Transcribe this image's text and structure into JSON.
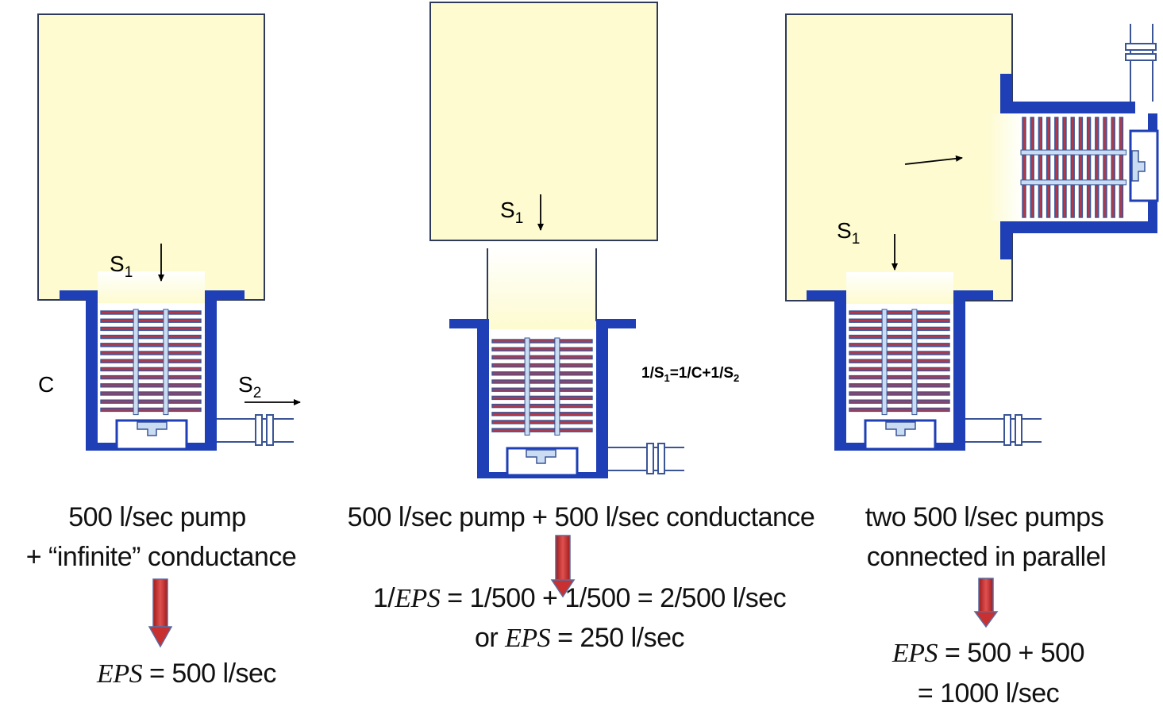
{
  "colors": {
    "chamber_fill": "#fdfbcf",
    "chamber_stroke": "#2f3a5a",
    "flange_blue": "#1e3fb5",
    "fin_red": "#b03a4a",
    "fin_blue": "#3a5496",
    "pump_light": "#c9dcf2",
    "arrow_red": "#c93030"
  },
  "labels": {
    "s1": "S",
    "s1_sub": "1",
    "s2": "S",
    "s2_sub": "2",
    "c": "C",
    "formula": "1/S",
    "formula_sub1": "1",
    "formula_mid": "=1/C+1/S",
    "formula_sub2": "2"
  },
  "panel1": {
    "line1": "500 l/sec pump",
    "line2": "+ “infinite” conductance",
    "eps": "EPS",
    "result": " = 500 l/sec"
  },
  "panel2": {
    "line1": "500 l/sec pump + 500 l/sec conductance",
    "line2_prefix": "1/",
    "eps": "EPS",
    "line2_rest": " = 1/500 + 1/500 = 2/500 l/sec",
    "line3_prefix": "or ",
    "line3_rest": " = 250 l/sec"
  },
  "panel3": {
    "line1": "two 500 l/sec pumps",
    "line2": "connected in parallel",
    "eps": "EPS",
    "line3_rest": " = 500 + 500",
    "line4": "= 1000 l/sec"
  }
}
